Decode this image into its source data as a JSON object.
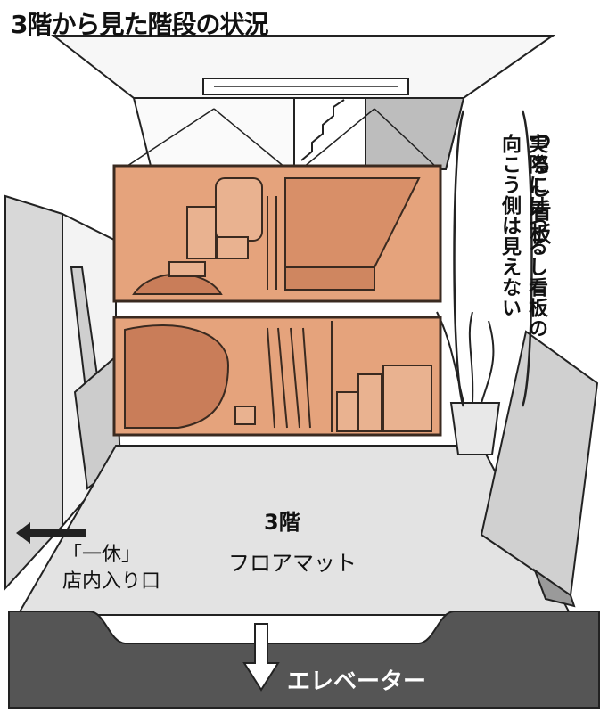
{
  "title": "3階から見た階段の状況",
  "labels": {
    "hanging_sign": "つるし看板",
    "note_lines": [
      "実際にはつるし看板の",
      "向こう側は見えない"
    ],
    "floor": "3階",
    "floor_mat": "フロアマット",
    "shop_entrance_lines": [
      "「一休」",
      "店内入り口"
    ],
    "elevator": "エレベーター"
  },
  "colors": {
    "sign_fill": "#e5a37c",
    "sign_border": "#3a2a20",
    "floor": "#e3e3e3",
    "elevator_band": "#555555",
    "wall": "#ededed",
    "line": "#222222"
  }
}
